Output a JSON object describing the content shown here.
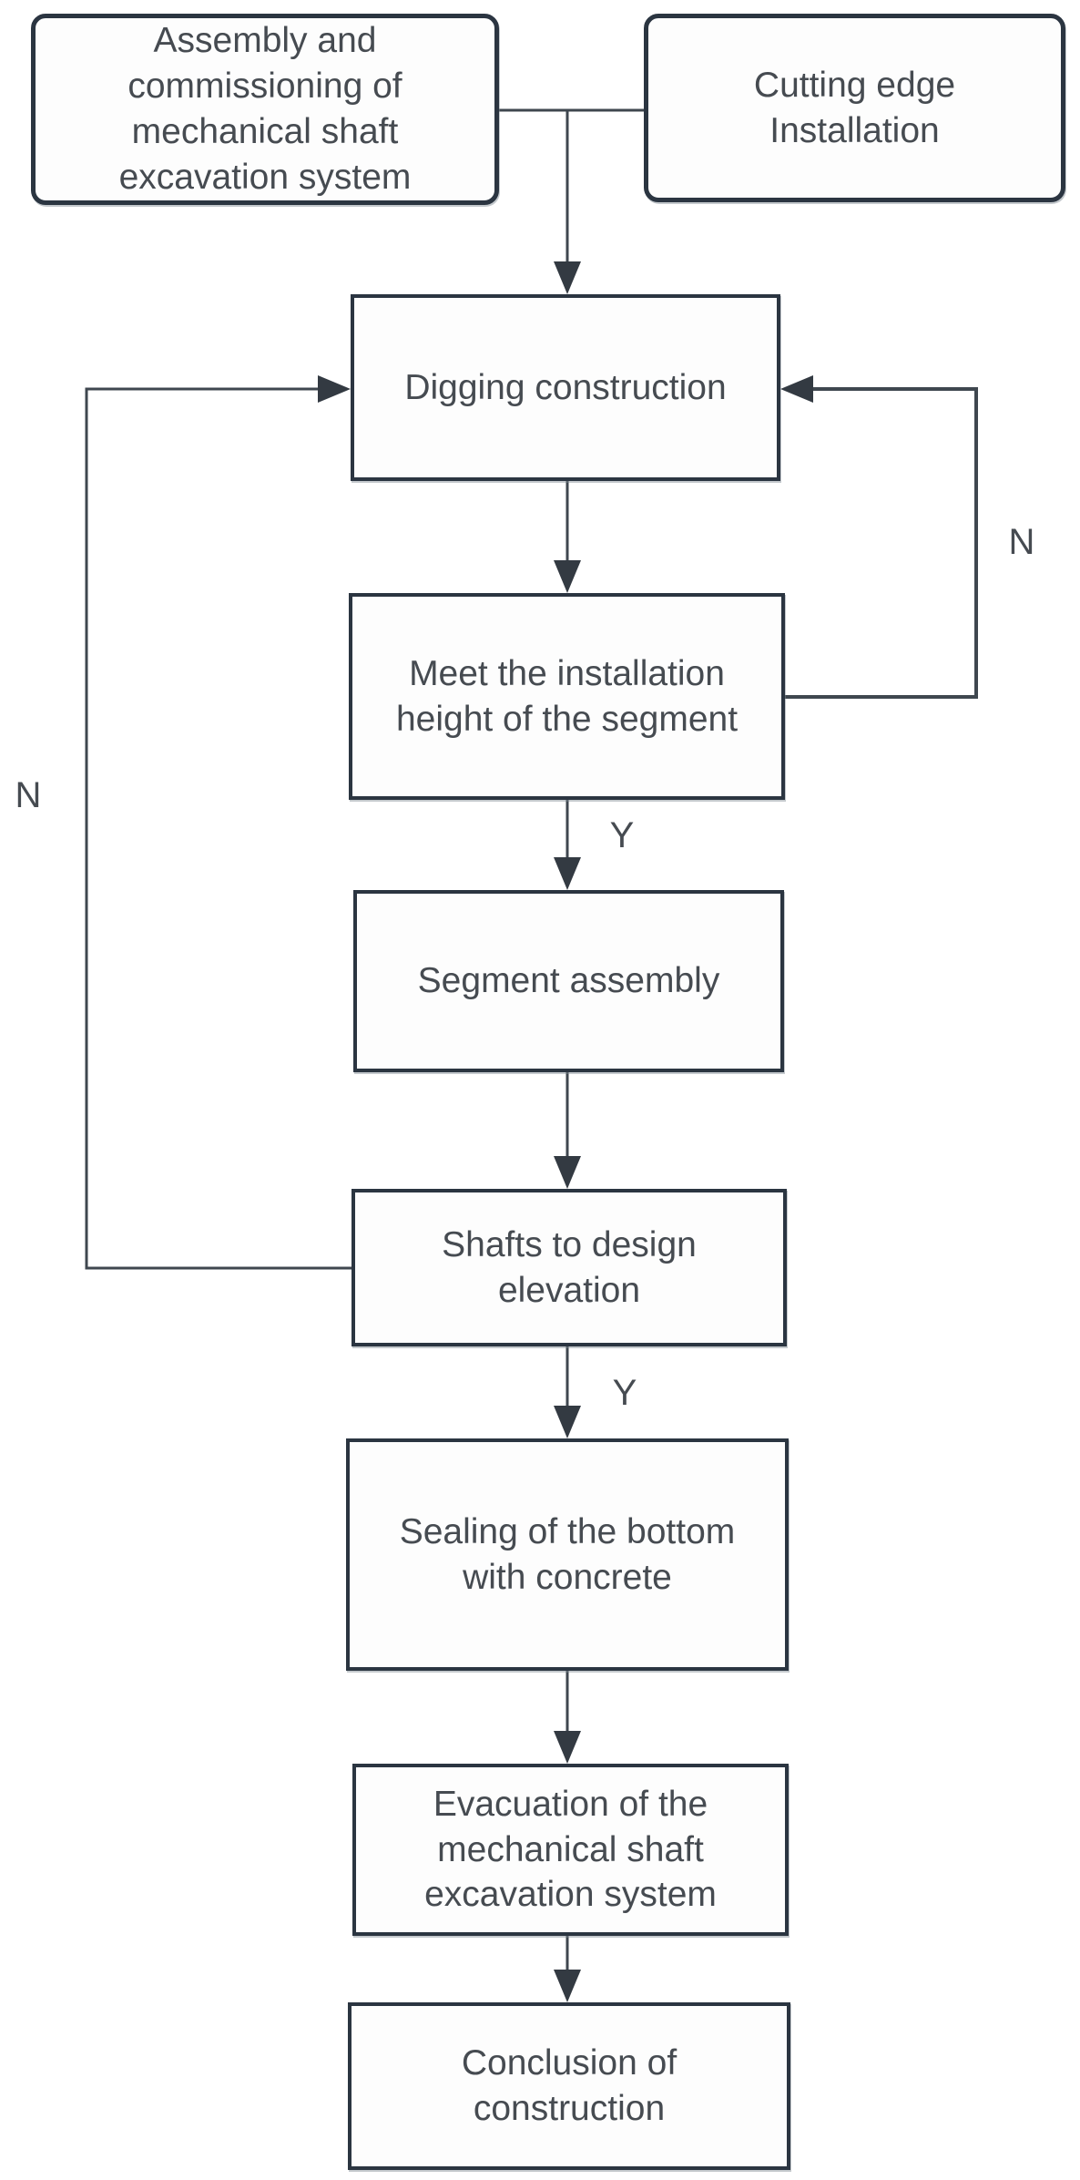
{
  "diagram": {
    "nodes": [
      {
        "id": "assembly",
        "shape": "rounded",
        "label": "Assembly and\ncommissioning of\nmechanical shaft\nexcavation system"
      },
      {
        "id": "cutting",
        "shape": "rounded",
        "label": "Cutting edge\nInstallation"
      },
      {
        "id": "digging",
        "shape": "rectangle",
        "label": "Digging construction"
      },
      {
        "id": "meet",
        "shape": "rectangle",
        "label": "Meet the installation\nheight of the segment"
      },
      {
        "id": "segment",
        "shape": "rectangle",
        "label": "Segment assembly"
      },
      {
        "id": "shafts",
        "shape": "rectangle",
        "label": "Shafts to design\nelevation"
      },
      {
        "id": "sealing",
        "shape": "rectangle",
        "label": "Sealing of the bottom\nwith concrete"
      },
      {
        "id": "evacuation",
        "shape": "rectangle",
        "label": "Evacuation of the\nmechanical shaft\nexcavation system"
      },
      {
        "id": "conclusion",
        "shape": "rectangle",
        "label": "Conclusion of\nconstruction"
      }
    ],
    "edge_labels": {
      "meet_yes": "Y",
      "shafts_yes": "Y",
      "meet_no": "N",
      "shafts_no": "N"
    },
    "colors": {
      "box_border": "#2b3541",
      "connector": "#3f474f",
      "arrowhead": "#333a42",
      "text": "#464b51",
      "background": "#ffffff"
    }
  }
}
